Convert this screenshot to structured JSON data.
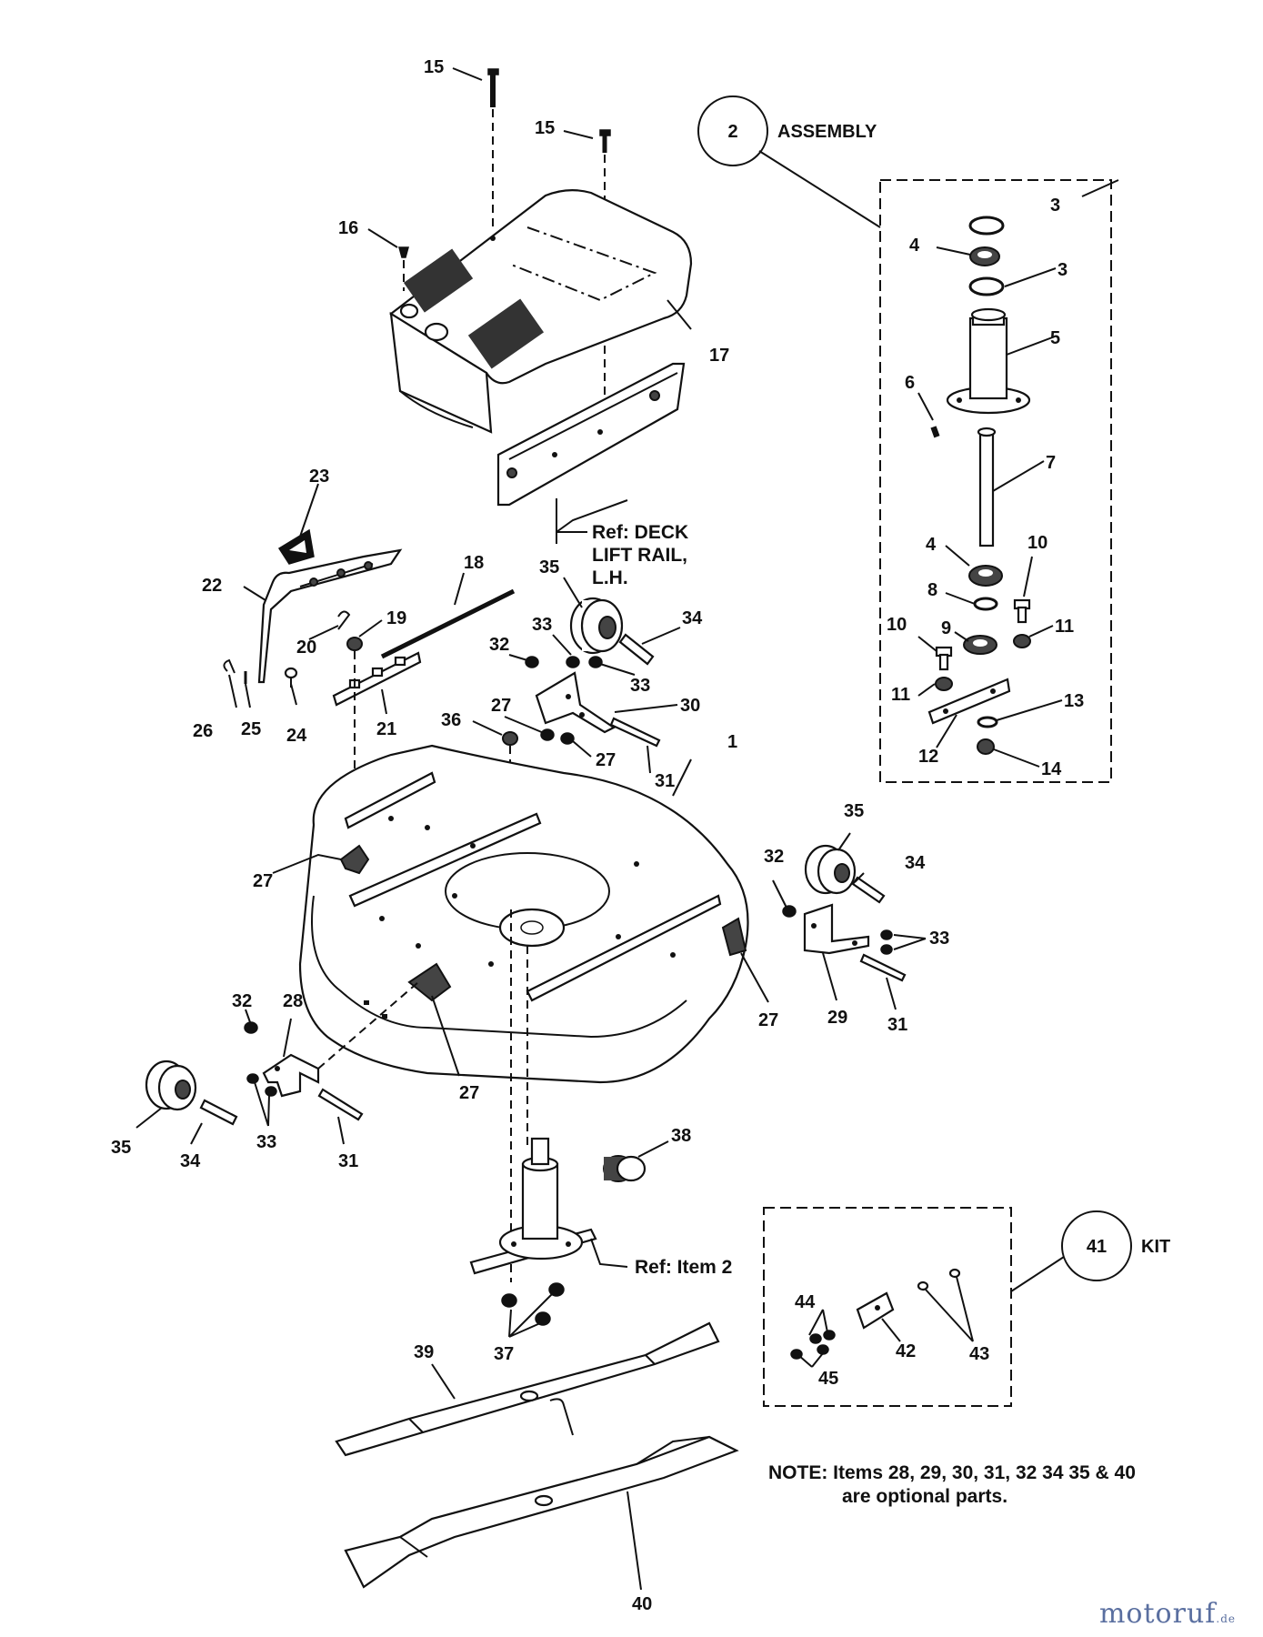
{
  "callouts": {
    "n15a": "15",
    "n15b": "15",
    "n16": "16",
    "n17": "17",
    "n18": "18",
    "n19": "19",
    "n20": "20",
    "n21": "21",
    "n22": "22",
    "n23": "23",
    "n24": "24",
    "n25": "25",
    "n26": "26",
    "n27a": "27",
    "n27b": "27",
    "n27c": "27",
    "n27d": "27",
    "n27e": "27",
    "n28": "28",
    "n29": "29",
    "n30": "30",
    "n31a": "31",
    "n31b": "31",
    "n31c": "31",
    "n32a": "32",
    "n32b": "32",
    "n32c": "32",
    "n33a": "33",
    "n33b": "33",
    "n33c": "33",
    "n33d": "33",
    "n34a": "34",
    "n34b": "34",
    "n34c": "34",
    "n35a": "35",
    "n35b": "35",
    "n35c": "35",
    "n36": "36",
    "n37": "37",
    "n38": "38",
    "n39": "39",
    "n40": "40",
    "n1": "1",
    "n3a": "3",
    "n3b": "3",
    "n4a": "4",
    "n4b": "4",
    "n5": "5",
    "n6": "6",
    "n7": "7",
    "n8": "8",
    "n9": "9",
    "n10a": "10",
    "n10b": "10",
    "n11a": "11",
    "n11b": "11",
    "n12": "12",
    "n13": "13",
    "n14": "14",
    "n42": "42",
    "n43": "43",
    "n44": "44",
    "n45": "45"
  },
  "circles": {
    "assembly_num": "2",
    "assembly_label": "ASSEMBLY",
    "kit_num": "41",
    "kit_label": "KIT"
  },
  "refs": {
    "deck_lift_rail_1": "Ref: DECK",
    "deck_lift_rail_2": "LIFT RAIL,",
    "deck_lift_rail_3": "L.H.",
    "item2": "Ref: Item 2"
  },
  "note": {
    "line1": "NOTE: Items 28, 29, 30, 31, 32 34 35 & 40",
    "line2": "are optional parts."
  },
  "watermark": {
    "text": "motoruf",
    "suffix": ".de"
  }
}
